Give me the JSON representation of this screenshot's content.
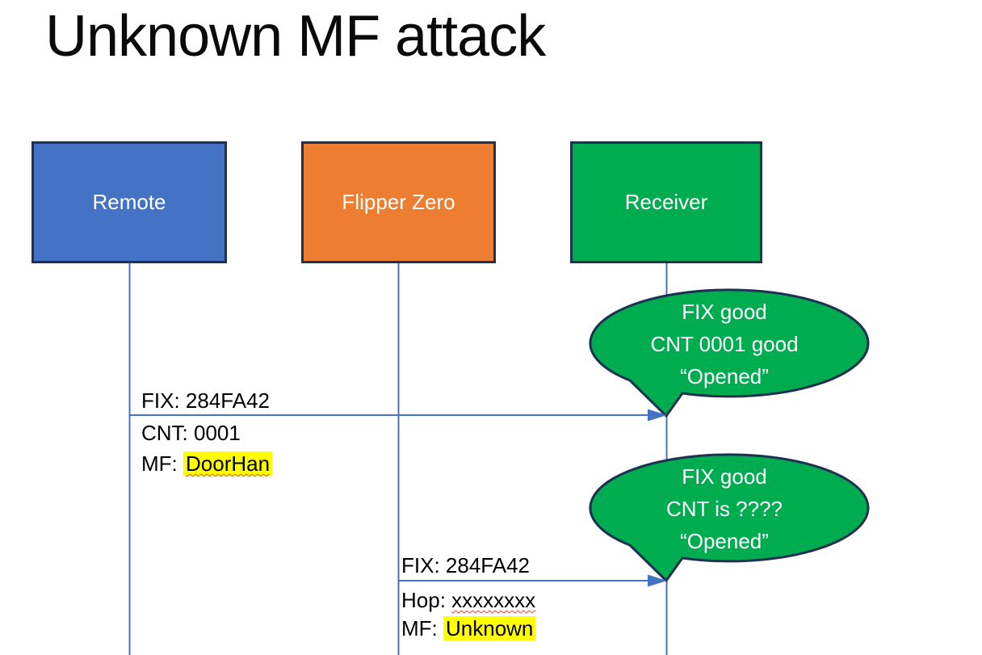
{
  "title": "Unknown MF attack",
  "actors": [
    {
      "id": "remote",
      "label": "Remote",
      "color": "#4472C4"
    },
    {
      "id": "flipper-zero",
      "label": "Flipper Zero",
      "color": "#ED7D31"
    },
    {
      "id": "receiver",
      "label": "Receiver",
      "color": "#00AC50"
    }
  ],
  "message1": {
    "fix": "FIX: 284FA42",
    "cnt": "CNT: 0001",
    "mf_label": "MF: ",
    "mf_value": "DoorHan"
  },
  "message2": {
    "fix": "FIX: 284FA42",
    "hop_label": "Hop: ",
    "hop_value": "xxxxxxxx",
    "mf_label": "MF: ",
    "mf_value": "Unknown"
  },
  "bubble1": {
    "line1": "FIX good",
    "line2": "CNT 0001 good",
    "line3": "“Opened”"
  },
  "bubble2": {
    "line1": "FIX good",
    "line2": "CNT is ????",
    "line3": "“Opened”"
  },
  "colors": {
    "lifeline_arrow": "#4472C4",
    "shape_outline": "#1F3150",
    "bubble_fill": "#00AC50",
    "highlight": "#FFFF00",
    "spellcheck_underline": "#E8442E"
  }
}
